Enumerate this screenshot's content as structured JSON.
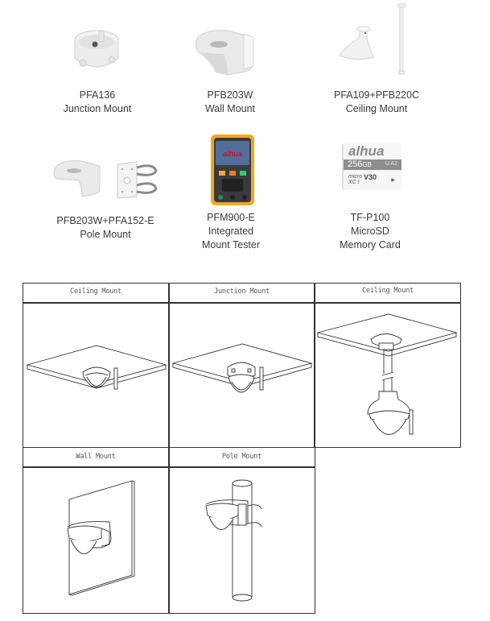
{
  "products": [
    {
      "model": "PFA136",
      "name": "Junction Mount",
      "icon": "junction-box-icon"
    },
    {
      "model": "PFB203W",
      "name": "Wall Mount",
      "icon": "wall-bracket-icon"
    },
    {
      "model": "PFA109+PFB220C",
      "name": "Ceiling Mount",
      "icon": "ceiling-pendant-icon"
    },
    {
      "model": "PFB203W+PFA152-E",
      "name": "Pole Mount",
      "icon": "pole-bracket-icon"
    },
    {
      "model": "PFM900-E",
      "name": "Integrated",
      "name2": "Mount Tester",
      "icon": "tester-device-icon",
      "brand": "alhua"
    },
    {
      "model": "TF-P100",
      "name": "MicroSD",
      "name2": "Memory Card",
      "icon": "microsd-card-icon",
      "brand": "alhua",
      "capacity": "256",
      "unit": "GB",
      "marks": "U A2",
      "speed": "V30"
    }
  ],
  "installation_table": {
    "cells": [
      {
        "header": "Ceiling Mount",
        "diagram": "camera-on-ceiling"
      },
      {
        "header": "Junction Mount",
        "diagram": "camera-on-junction-box"
      },
      {
        "header": "Ceiling Mount",
        "diagram": "camera-on-pendant-pole"
      },
      {
        "header": "Wall Mount",
        "diagram": "camera-on-wall"
      },
      {
        "header": "Pole Mount",
        "diagram": "camera-on-pole"
      }
    ]
  }
}
